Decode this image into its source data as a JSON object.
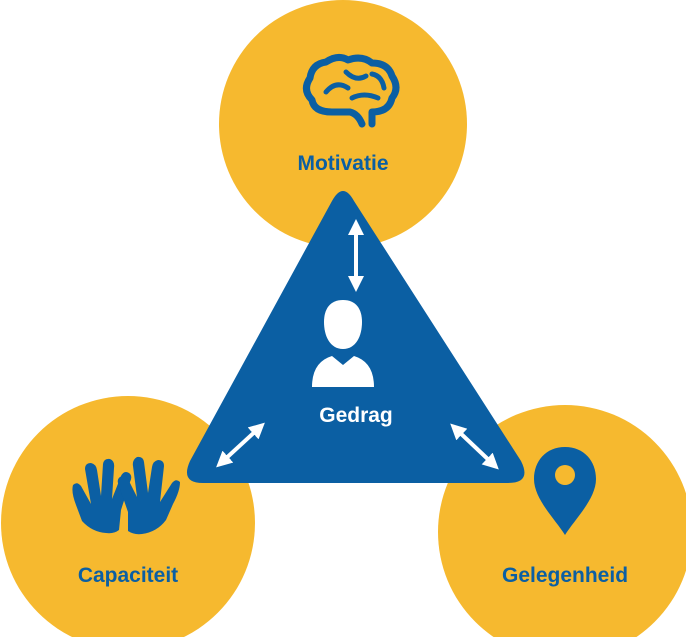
{
  "colors": {
    "circle": "#f6b92f",
    "triangle": "#0b5fa3",
    "icon_on_circle": "#0b5fa3",
    "icon_on_triangle": "#ffffff",
    "arrow": "#ffffff"
  },
  "nodes": {
    "top": {
      "label": "Motivatie",
      "icon": "brain-icon"
    },
    "left": {
      "label": "Capaciteit",
      "icon": "hands-icon"
    },
    "right": {
      "label": "Gelegenheid",
      "icon": "location-pin-icon"
    }
  },
  "center": {
    "label": "Gedrag",
    "icon": "person-icon"
  },
  "connectors": [
    {
      "from": "Gedrag",
      "to": "Motivatie",
      "type": "double-arrow"
    },
    {
      "from": "Gedrag",
      "to": "Capaciteit",
      "type": "double-arrow"
    },
    {
      "from": "Gedrag",
      "to": "Gelegenheid",
      "type": "double-arrow"
    }
  ]
}
